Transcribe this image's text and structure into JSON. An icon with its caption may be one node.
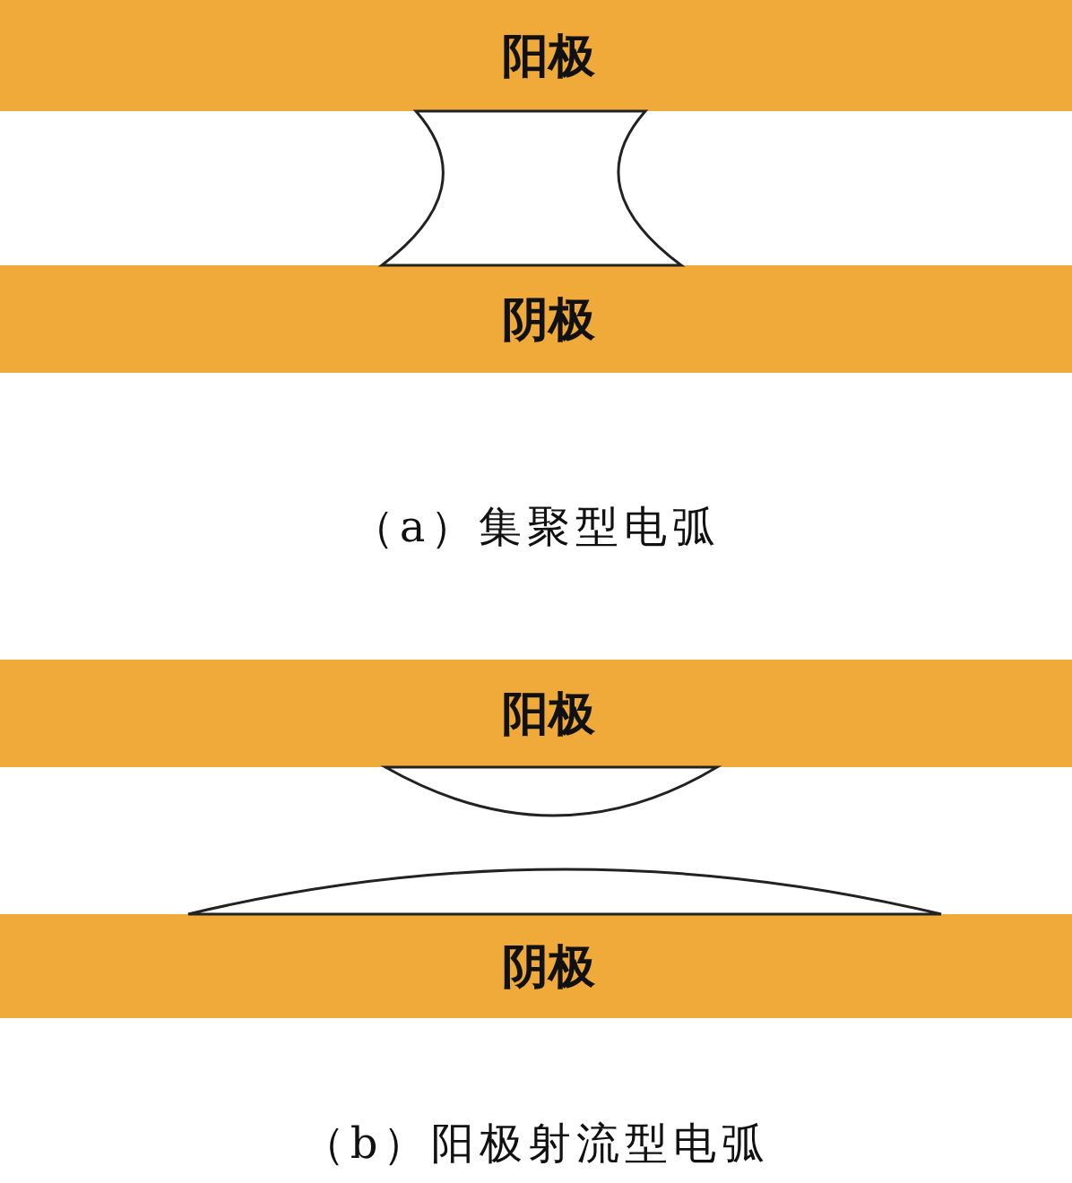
{
  "diagram": {
    "nodes": [
      {
        "text": [
          "阳极"
        ]
      },
      {
        "text": [
          "阴极"
        ]
      },
      {
        "text": [
          "阳极"
        ]
      },
      {
        "text": [
          "阴极"
        ]
      }
    ],
    "labels": [
      "（a）集聚型电弧",
      "（b）阳极射流型电弧"
    ]
  }
}
